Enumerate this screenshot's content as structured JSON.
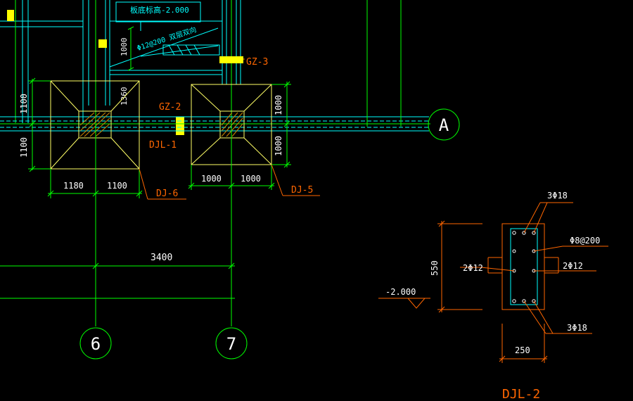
{
  "colors": {
    "background": "#000000",
    "grid_line": "#00ff00",
    "beam": "#00ffff",
    "footing": "#ffff66",
    "annotation": "#ff6600",
    "dim_text": "#ffffff",
    "highlight": "#ffff00",
    "hatch": "#ffcc00"
  },
  "top_notes": {
    "elevation": "板底标高-2.000",
    "rebar": "Φ12@200 双层双向",
    "height_1000": "1000",
    "height_1360": "1360"
  },
  "labels": {
    "gz3": "GZ-3",
    "gz2": "GZ-2",
    "djl1": "DJL-1",
    "dj6": "DJ-6",
    "dj5": "DJ-5"
  },
  "dims": {
    "left_upper": "1100",
    "left_lower": "1100",
    "left_w1": "1180",
    "left_w2": "1100",
    "right_upper": "1000",
    "right_lower": "1000",
    "right_w1": "1000",
    "right_w2": "1000",
    "span": "3400"
  },
  "axes": {
    "a": "A",
    "six": "6",
    "seven": "7"
  },
  "section": {
    "top_bars": "3Φ18",
    "stirrup": "Φ8@200",
    "side_left": "2Φ12",
    "side_right": "2Φ12",
    "bottom_bars": "3Φ18",
    "height": "550",
    "width": "250",
    "elevation": "-2.000",
    "title": "DJL-2"
  }
}
